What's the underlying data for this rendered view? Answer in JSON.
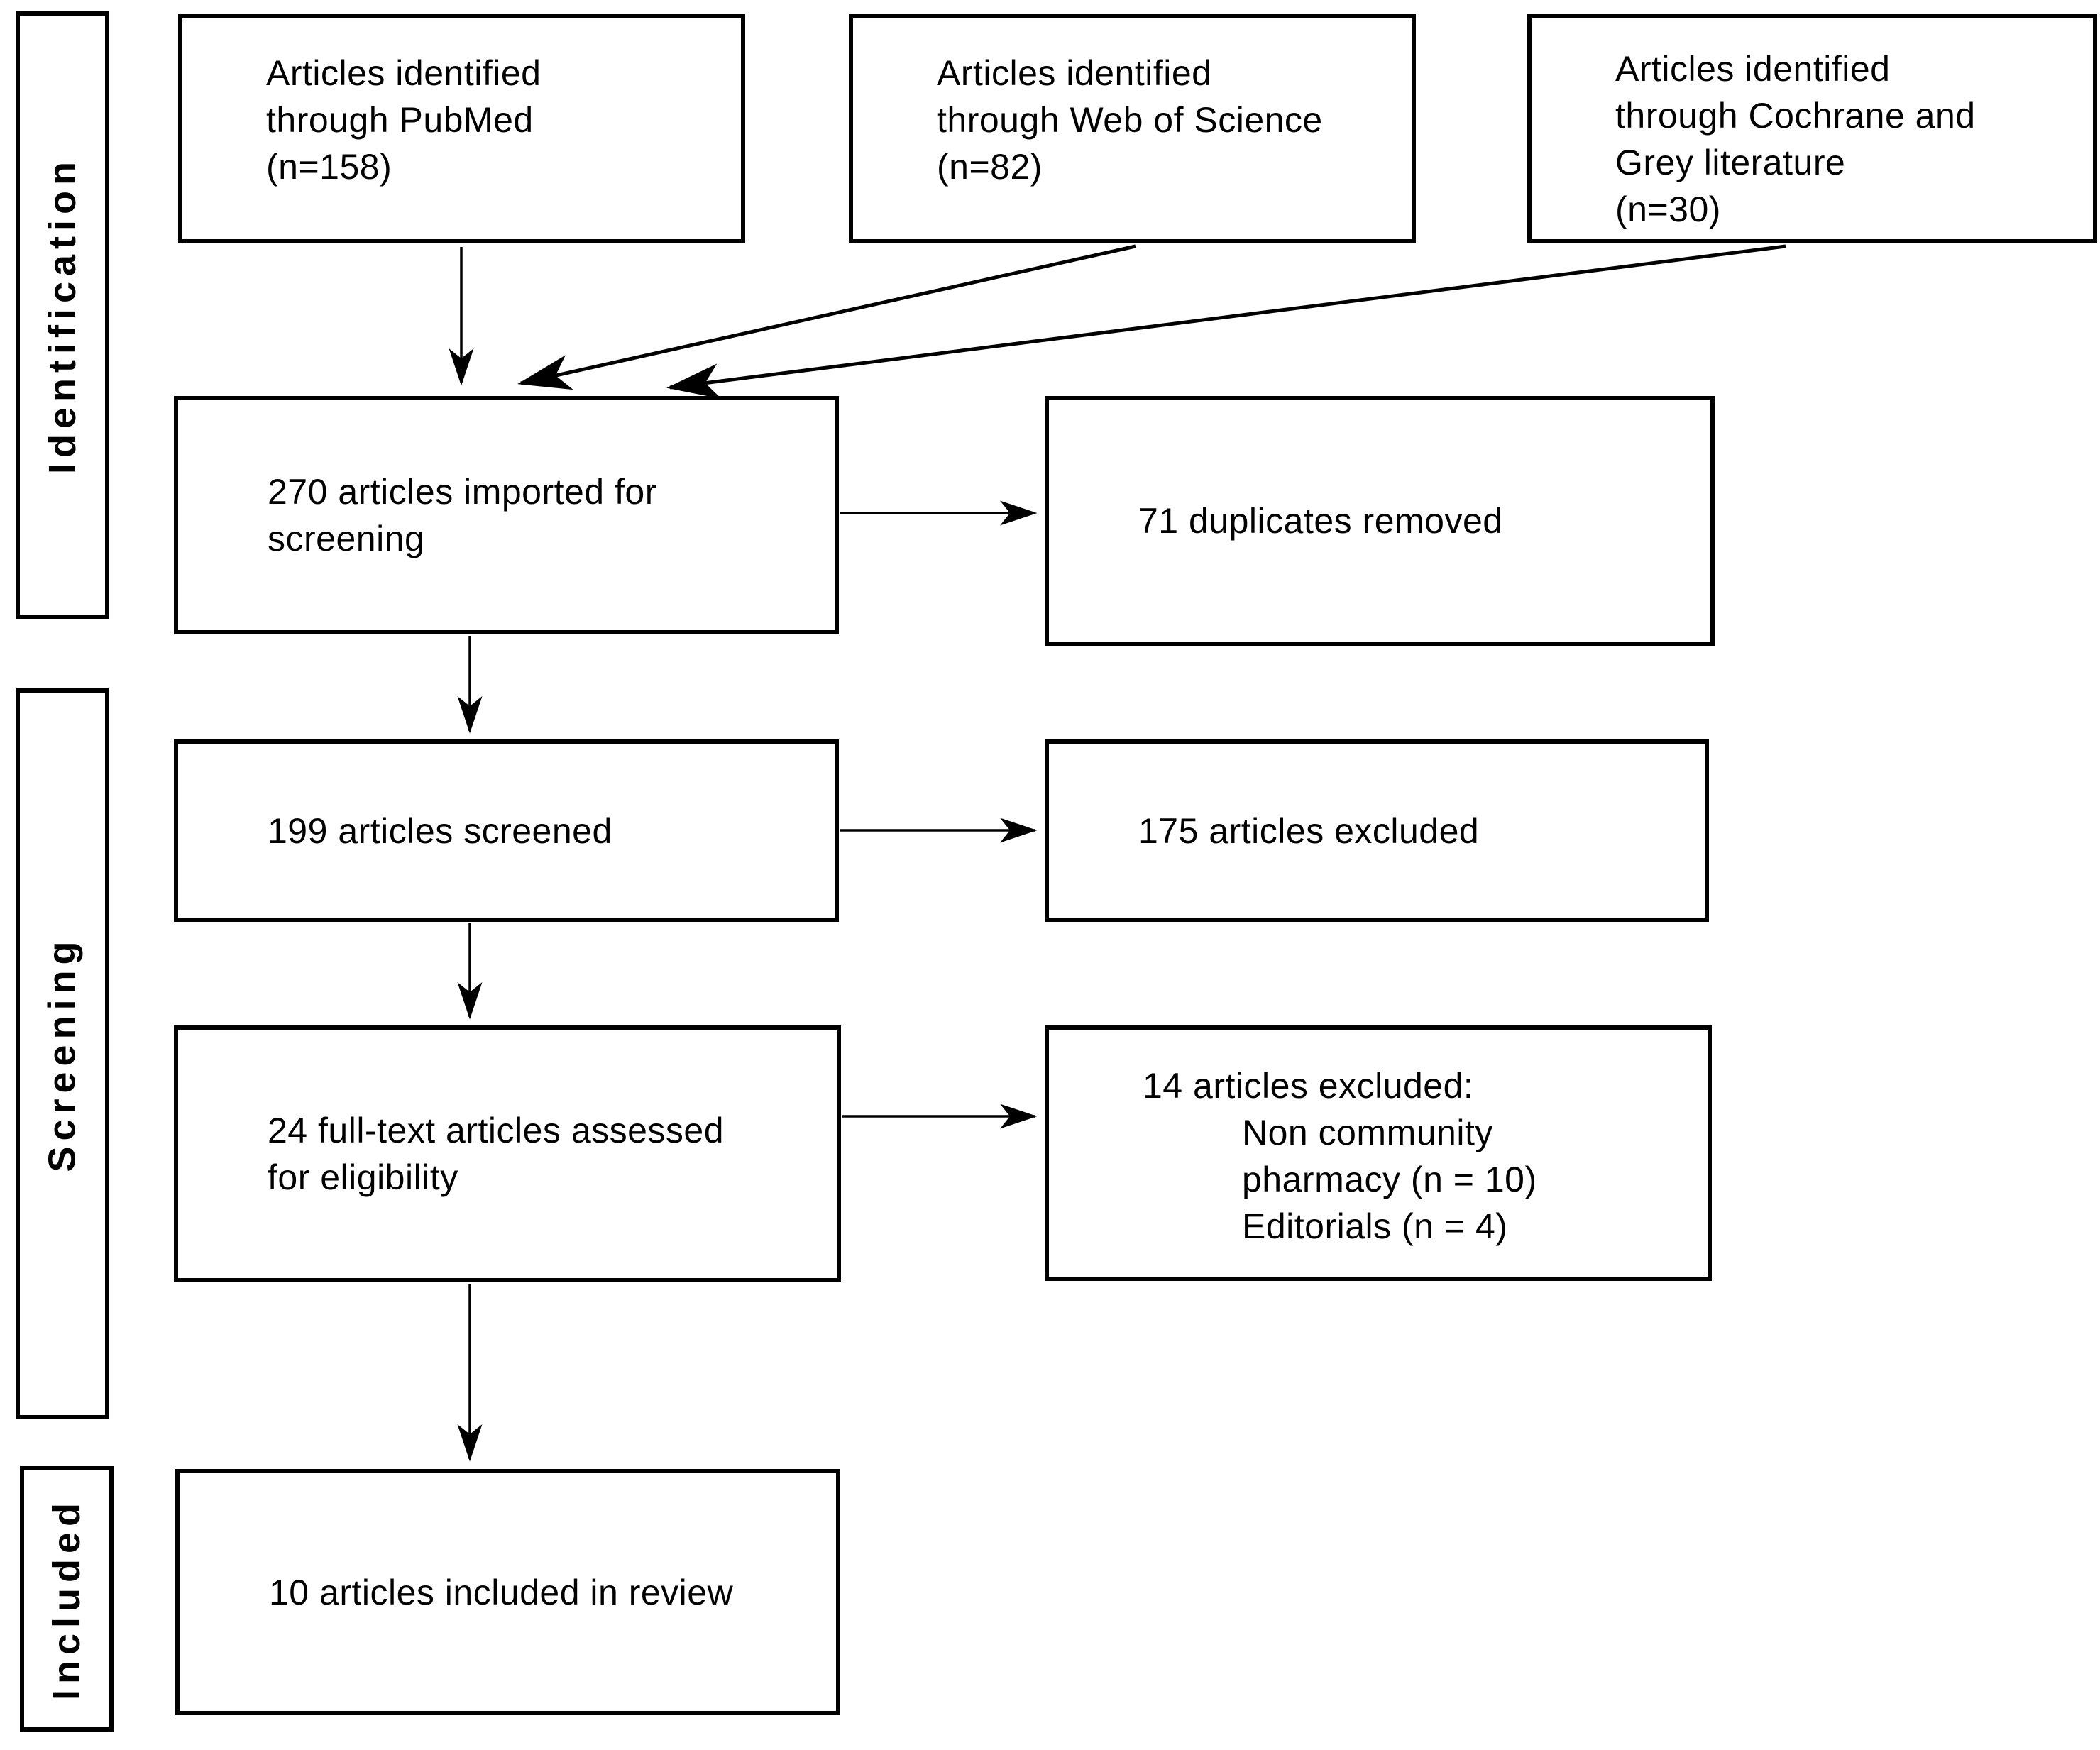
{
  "figure": {
    "kind": "PRISMA flow diagram",
    "background_color": "#ffffff",
    "line_color": "#000000"
  },
  "stages": {
    "identification": "Identification",
    "screening": "Screening",
    "included": "Included"
  },
  "boxes": {
    "source_pubmed": "Articles identified\nthrough PubMed\n(n=158)",
    "source_web_of_science": "Articles identified\nthrough Web of Science\n(n=82)",
    "source_cochrane_grey": "Articles identified\nthrough Cochrane and\nGrey literature\n(n=30)",
    "imported": "270 articles imported for\nscreening",
    "duplicates_removed": "71 duplicates removed",
    "screened": "199 articles screened",
    "excluded_screening": "175 articles excluded",
    "fulltext_assessed": "24 full-text articles assessed\nfor eligibility",
    "fulltext_excluded_title": "14 articles excluded:",
    "fulltext_excluded_reasons": [
      "Non community pharmacy (n = 10)",
      "Editorials (n = 4)"
    ],
    "included_review": "10 articles included in review"
  }
}
